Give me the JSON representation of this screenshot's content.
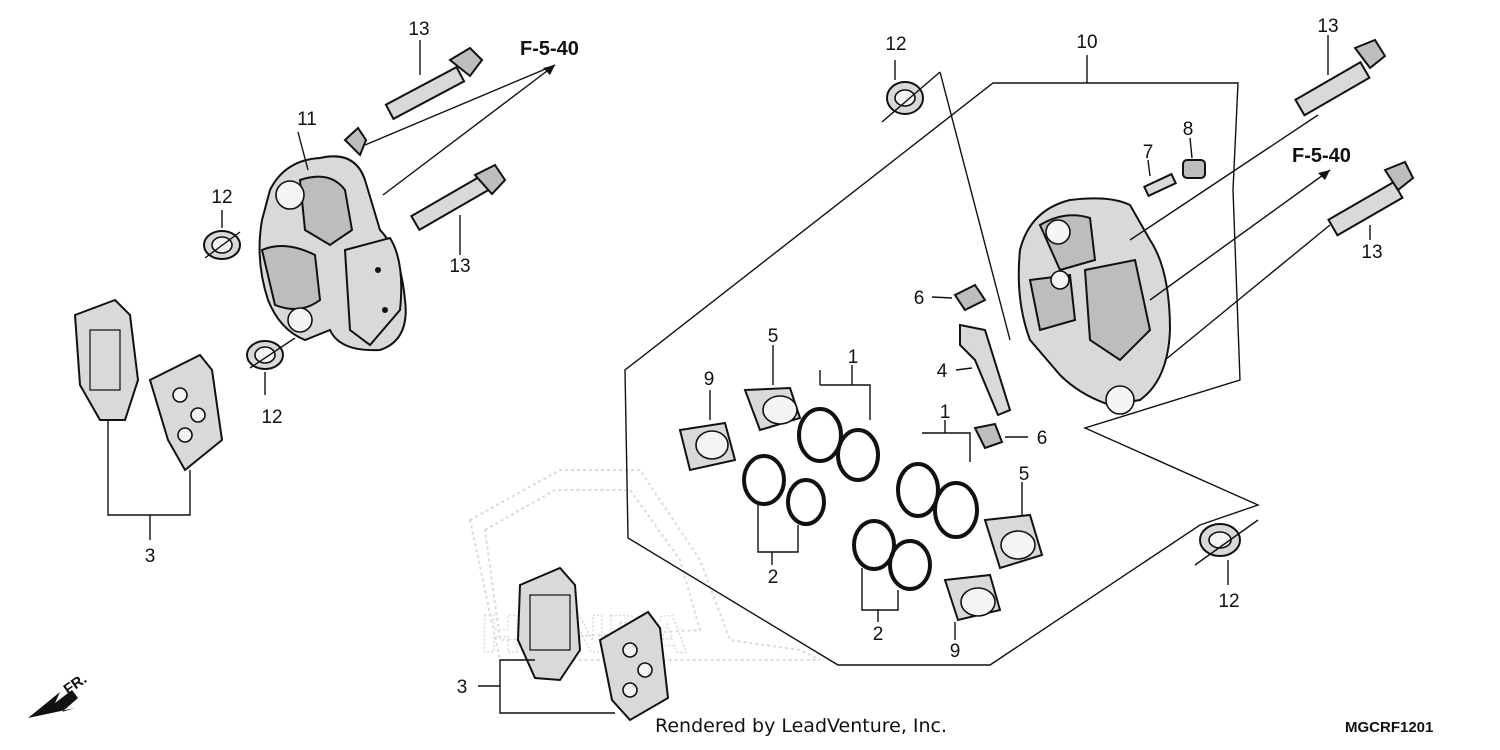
{
  "labels": {
    "l1a": "1",
    "l1b": "1",
    "l2a": "2",
    "l2b": "2",
    "l3a": "3",
    "l3b": "3",
    "l4": "4",
    "l5a": "5",
    "l5b": "5",
    "l6a": "6",
    "l6b": "6",
    "l7": "7",
    "l8": "8",
    "l9a": "9",
    "l9b": "9",
    "l10": "10",
    "l11": "11",
    "l12a": "12",
    "l12b": "12",
    "l12c": "12",
    "l12d": "12",
    "l13a": "13",
    "l13b": "13",
    "l13c": "13",
    "l13d": "13"
  },
  "refs": {
    "left": "F-5-40",
    "right": "F-5-40"
  },
  "direction": "FR.",
  "footer": {
    "credit": "Rendered by LeadVenture, Inc.",
    "code": "MGCRF1201"
  }
}
